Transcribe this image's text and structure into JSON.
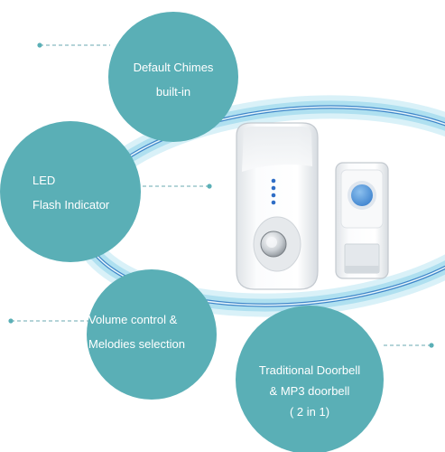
{
  "colors": {
    "teal": "#5AAFB6",
    "ring_glow": "#A7DDEF",
    "ring_core": "#3F86C9",
    "device_body": "#F3F5F7",
    "button_blue": "#5A9CDB",
    "led_blue": "#2F6EC6",
    "dash": "#6AAAB0"
  },
  "callouts": [
    {
      "id": "default-chimes",
      "lines": [
        "Default Chimes",
        "built-in"
      ]
    },
    {
      "id": "led",
      "lines": [
        "LED",
        "Flash Indicator"
      ]
    },
    {
      "id": "volume",
      "lines": [
        "Volume control &",
        "Melodies selection"
      ]
    },
    {
      "id": "mp3",
      "lines": [
        "Traditional Doorbell",
        "& MP3 doorbell",
        "( 2 in 1)"
      ]
    }
  ]
}
